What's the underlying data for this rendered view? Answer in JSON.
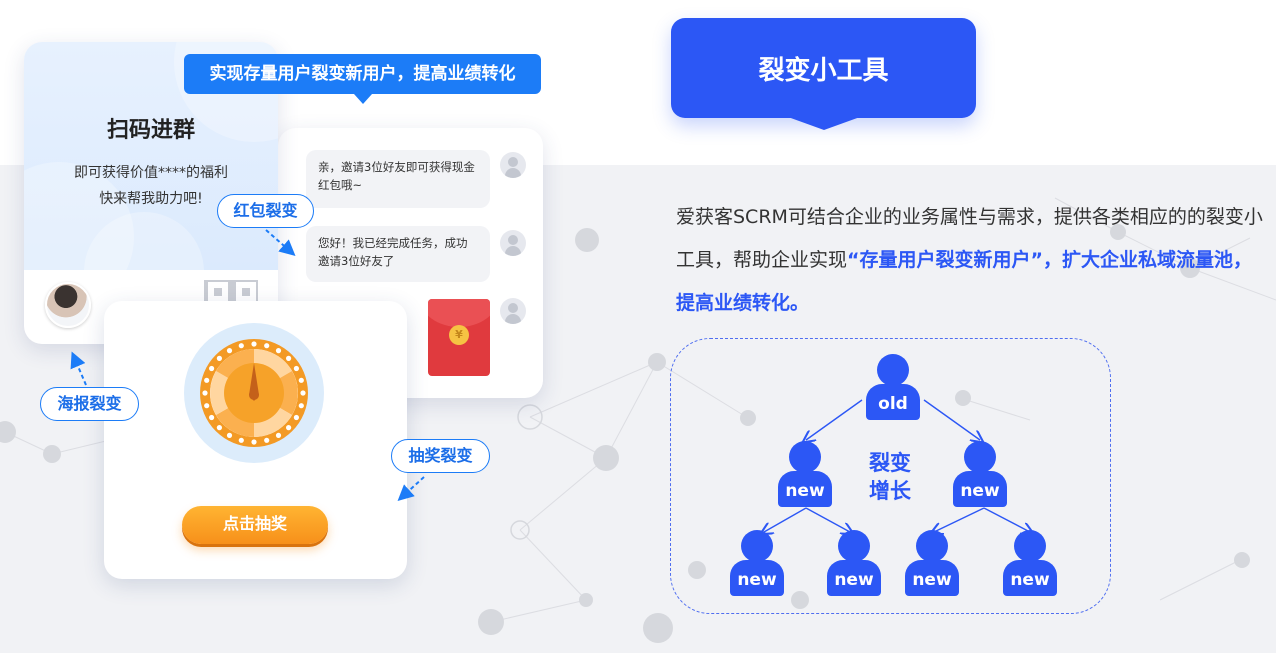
{
  "colors": {
    "accent": "#2c57f5",
    "bubble_blue": "#1c7cf7",
    "background_band": "#f1f2f5",
    "button_orange": "#f7901a",
    "red_packet": "#e03a3e"
  },
  "title_badge": {
    "label": "裂变小工具"
  },
  "description": {
    "part1": "爱获客SCRM可结合企业的业务属性与需求，提供各类相应的的裂变小工具，帮助企业实现",
    "highlight": "“存量用户裂变新用户”，扩大企业私域流量池，提高业绩转化。"
  },
  "top_bubble": {
    "label": "实现存量用户裂变新用户，提高业绩转化"
  },
  "poster_card": {
    "title": "扫码进群",
    "line1": "即可获得价值****的福利",
    "line2": "快来帮我助力吧!",
    "avatar_icon": "user-avatar-photo",
    "qr_icon": "qr-code-icon"
  },
  "chat_card": {
    "message1": "亲，邀请3位好友即可获得现金红包哦~",
    "message2": "您好！我已经完成任务，成功邀请3位好友了",
    "red_packet_symbol": "¥"
  },
  "lottery_card": {
    "button_label": "点击抽奖",
    "wheel_icon": "lottery-wheel-icon"
  },
  "labels": {
    "red_packet": "红包裂变",
    "poster": "海报裂变",
    "lottery": "抽奖裂变"
  },
  "tree": {
    "root": "old",
    "level2": [
      "new",
      "new"
    ],
    "level3": [
      "new",
      "new",
      "new",
      "new"
    ],
    "center_line1": "裂变",
    "center_line2": "增长"
  }
}
